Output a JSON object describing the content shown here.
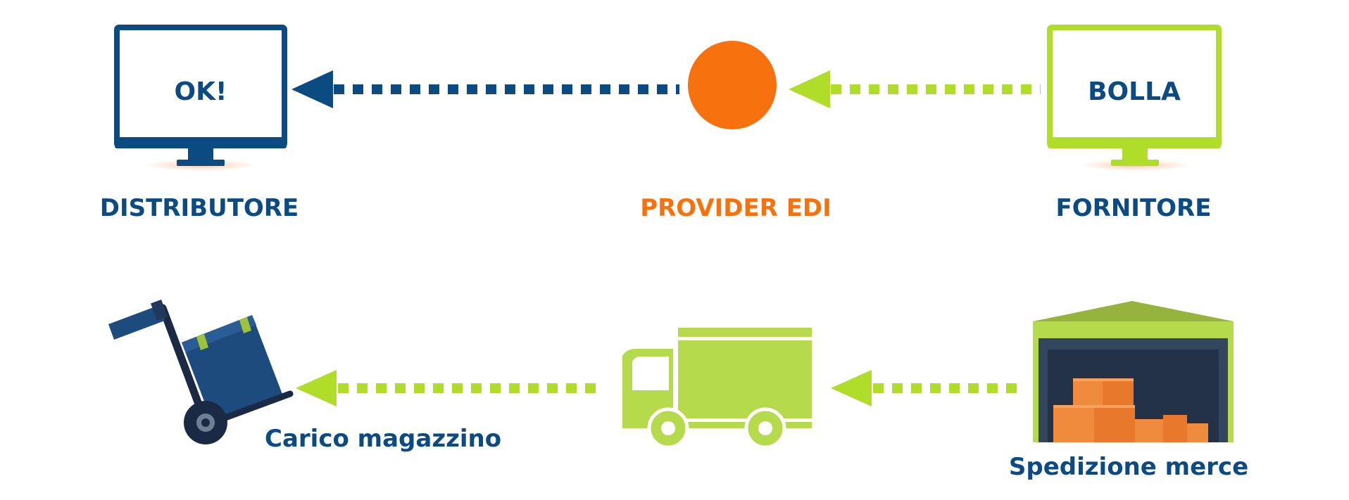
{
  "colors": {
    "navy": "#0c4a82",
    "orange": "#f7720f",
    "lime": "#b0dc2a",
    "lime_light": "#b5db4c",
    "white": "#ffffff"
  },
  "top_row": {
    "distributor": {
      "screen_text": "OK!",
      "label": "DISTRIBUTORE",
      "icon": "monitor-icon"
    },
    "provider": {
      "label": "PROVIDER EDI",
      "icon": "circle-icon"
    },
    "supplier": {
      "screen_text": "BOLLA",
      "label": "FORNITORE",
      "icon": "monitor-icon"
    }
  },
  "bottom_row": {
    "warehouse_load": {
      "label": "Carico magazzino",
      "icon": "hand-truck-icon"
    },
    "truck": {
      "icon": "truck-icon"
    },
    "shipment": {
      "label": "Spedizione merce",
      "icon": "warehouse-icon"
    }
  }
}
